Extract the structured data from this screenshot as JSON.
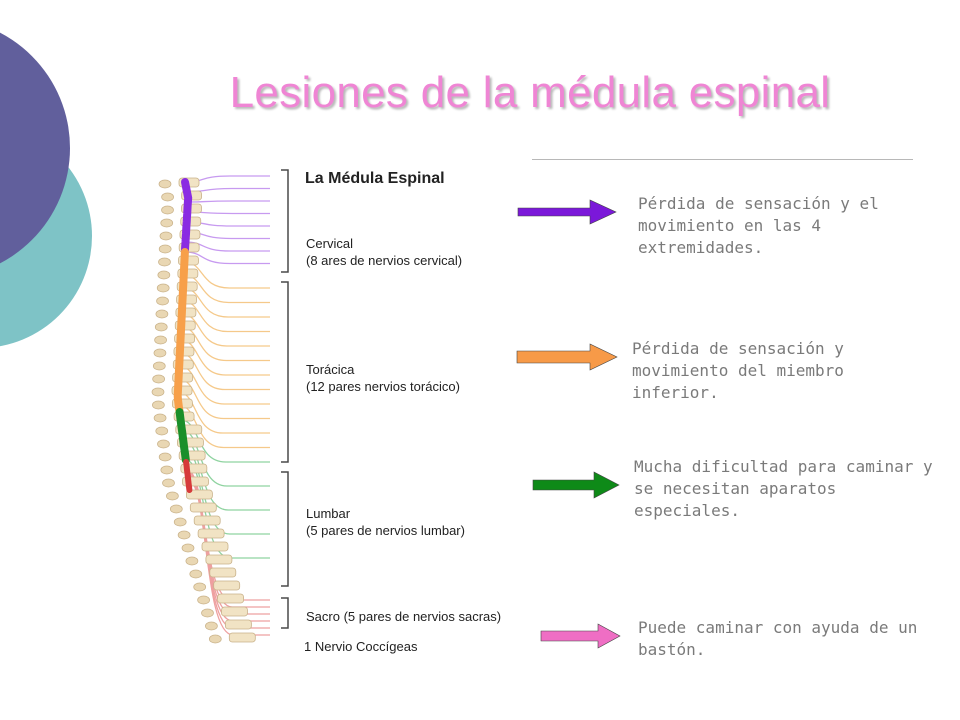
{
  "slide": {
    "title": "Lesiones de la médula espinal"
  },
  "diagram": {
    "heading": "La Médula Espinal",
    "regions": [
      {
        "name": "Cervical",
        "detail": "(8 ares de nervios cervical)",
        "color": "#8a2be2"
      },
      {
        "name": "Torácica",
        "detail": "(12 pares nervios torácico)",
        "color": "#f7a04a"
      },
      {
        "name": "Lumbar",
        "detail": "(5 pares de nervios lumbar)",
        "color": "#1a8f2a"
      },
      {
        "name": "Sacro (5 pares de nervios sacras)",
        "color": "#d63a3a"
      },
      {
        "name": "1 Nervio Coccígeas"
      }
    ]
  },
  "effects": [
    {
      "text": "Pérdida de sensación y el movimiento en las 4 extremidades.",
      "arrow_color": "#7b18d9"
    },
    {
      "text": "Pérdida de sensación y movimiento del miembro inferior.",
      "arrow_color": "#f79a48"
    },
    {
      "text": "Mucha dificultad para caminar y se necesitan aparatos especiales.",
      "arrow_color": "#0e8a18"
    },
    {
      "text": "Puede caminar con ayuda de un bastón.",
      "arrow_color": "#ef6ec4"
    }
  ]
}
